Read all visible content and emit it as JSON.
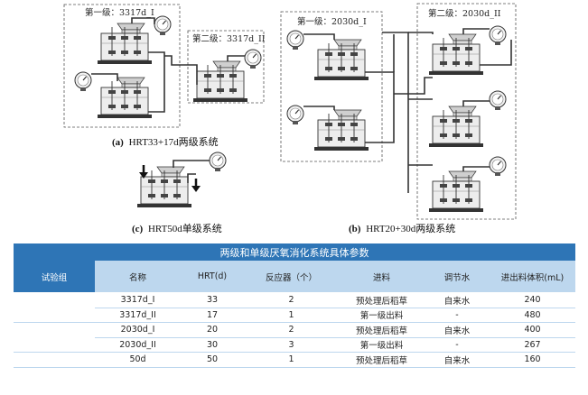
{
  "figure": {
    "panel_a": {
      "box1_label": "第一级：3317d_I",
      "box2_label": "第二级：3317d_II",
      "caption_tag": "(a)",
      "caption_text": "HRT33+17d两级系统"
    },
    "panel_b": {
      "box1_label": "第一级：2030d_I",
      "box2_label": "第二级：2030d_II",
      "caption_tag": "(b)",
      "caption_text": "HRT20+30d两级系统"
    },
    "panel_c": {
      "caption_tag": "(c)",
      "caption_text": "HRT50d单级系统"
    },
    "colors": {
      "accent": "#2e75b6",
      "header": "#bdd7ee",
      "line": "#333333"
    }
  },
  "table": {
    "title": "两级和单级厌氧消化系统具体参数",
    "headers": [
      "试验组",
      "名称",
      "HRT(d)",
      "反应器（个）",
      "进料",
      "调节水",
      "进出料体积(mL)"
    ],
    "groups": [
      {
        "name": "HRT33+17d",
        "rows": [
          [
            "3317d_I",
            "33",
            "2",
            "预处理后稻草",
            "自来水",
            "240"
          ],
          [
            "3317d_II",
            "17",
            "1",
            "第一级出料",
            "-",
            "480"
          ]
        ]
      },
      {
        "name": "HRT20+30d",
        "rows": [
          [
            "2030d_I",
            "20",
            "2",
            "预处理后稻草",
            "自来水",
            "400"
          ],
          [
            "2030d_II",
            "30",
            "3",
            "第一级出料",
            "-",
            "267"
          ]
        ]
      },
      {
        "name": "HRT50d",
        "rows": [
          [
            "50d",
            "50",
            "1",
            "预处理后稻草",
            "自来水",
            "160"
          ]
        ]
      }
    ]
  }
}
